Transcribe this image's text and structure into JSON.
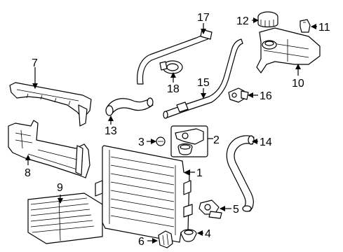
{
  "callouts": {
    "c1": "1",
    "c2": "2",
    "c3": "3",
    "c4": "4",
    "c5": "5",
    "c6": "6",
    "c7": "7",
    "c8": "8",
    "c9": "9",
    "c10": "10",
    "c11": "11",
    "c12": "12",
    "c13": "13",
    "c14": "14",
    "c15": "15",
    "c16": "16",
    "c17": "17",
    "c18": "18"
  },
  "colors": {
    "stroke": "#000000",
    "background": "#ffffff"
  }
}
